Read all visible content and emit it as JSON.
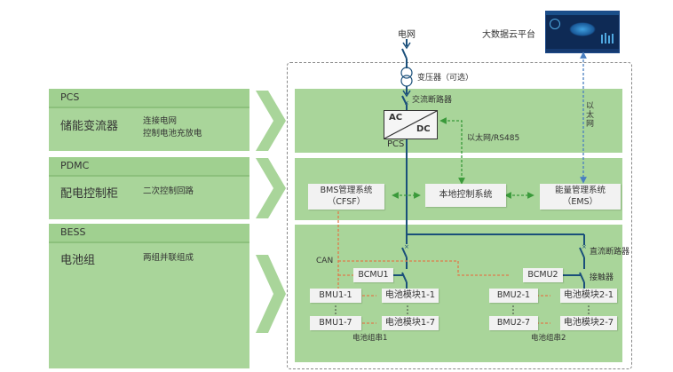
{
  "left_panels": [
    {
      "code": "PCS",
      "name": "储能变流器",
      "desc": [
        "连接电网",
        "控制电池充放电"
      ]
    },
    {
      "code": "PDMC",
      "name": "配电控制柜",
      "desc": [
        "二次控制回路"
      ]
    },
    {
      "code": "BESS",
      "name": "电池组",
      "desc": [
        "两组并联组成"
      ]
    }
  ],
  "top": {
    "grid_label": "电网",
    "cloud_label": "大数据云平台",
    "transformer_label": "变压器（可选）",
    "ac_breaker_label": "交流断路器"
  },
  "pcs": {
    "ac": "AC",
    "dc": "DC",
    "label": "PCS",
    "link_label": "以太网/RS485"
  },
  "ethernet_vertical": "以太网",
  "pdmc": {
    "bms_line1": "BMS管理系统",
    "bms_line2": "（CFSF）",
    "local_control": "本地控制系统",
    "ems_line1": "能量管理系统",
    "ems_line2": "（EMS）"
  },
  "bess": {
    "can_label": "CAN",
    "dc_breaker_label": "直流断路器",
    "contactor_label": "接触器",
    "strings": [
      {
        "bcmu": "BCMU1",
        "bmu_first": "BMU1-1",
        "bmu_last": "BMU1-7",
        "module_first": "电池模块1-1",
        "module_last": "电池模块1-7",
        "caption": "电池组串1"
      },
      {
        "bcmu": "BCMU2",
        "bmu_first": "BMU2-1",
        "bmu_last": "BMU2-7",
        "module_first": "电池模块2-1",
        "module_last": "电池模块2-7",
        "caption": "电池组串2"
      }
    ]
  },
  "colors": {
    "panel_green": "#a9d59a",
    "power_line": "#1a4f7a",
    "green_link": "#3a9a3a",
    "blue_link": "#4a7fc0",
    "can_orange": "#e07a4a"
  }
}
